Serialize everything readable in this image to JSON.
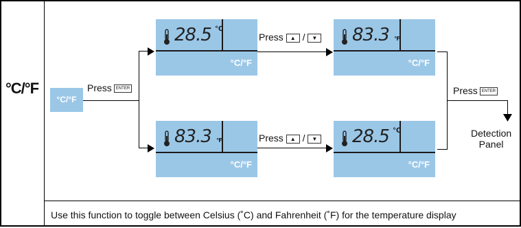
{
  "row_label": "°C/°F",
  "start_button": {
    "label": "°C/°F"
  },
  "press_enter": {
    "word": "Press",
    "key": "ENTER"
  },
  "press_updown": {
    "word": "Press",
    "separator": "/",
    "up": "▲",
    "down": "▼"
  },
  "panels": {
    "top_left": {
      "value": "28.5",
      "unit": "℃",
      "label": "°C/°F"
    },
    "top_right": {
      "value": "83.3",
      "unit": "℉",
      "label": "°C/°F"
    },
    "bottom_left": {
      "value": "83.3",
      "unit": "℉",
      "label": "°C/°F"
    },
    "bottom_right": {
      "value": "28.5",
      "unit": "℃",
      "label": "°C/°F"
    }
  },
  "final_press": {
    "word": "Press",
    "key": "ENTER"
  },
  "destination": {
    "line1": "Detection",
    "line2": "Panel"
  },
  "description": "Use this function to toggle between Celsius (˚C) and Fahrenheit (˚F) for the temperature display"
}
